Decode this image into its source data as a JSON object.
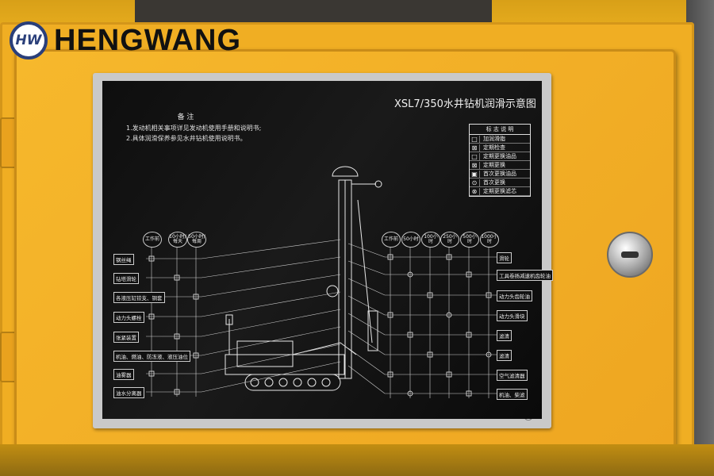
{
  "brand": {
    "mark": "HW",
    "name": "HENGWANG"
  },
  "plate": {
    "title": "XSL7/350水井钻机润滑示意图",
    "notes": {
      "heading": "备 注",
      "lines": [
        "1.发动机相关事项详见发动机使用手册和说明书;",
        "2.具体润滑保养参见水井钻机使用说明书。"
      ]
    },
    "legend": {
      "title": "标 志 说 明",
      "items": [
        {
          "sym": "□",
          "label": "加润滑脂"
        },
        {
          "sym": "⊠",
          "label": "定期检查"
        },
        {
          "sym": "□",
          "label": "定期更换油品"
        },
        {
          "sym": "⊠",
          "label": "定期更换"
        },
        {
          "sym": "▣",
          "label": "首次更换油品"
        },
        {
          "sym": "⊙",
          "label": "首次更换"
        },
        {
          "sym": "⊗",
          "label": "定期更换滤芯"
        }
      ]
    },
    "left_columns": [
      "工作前",
      "10小时/每天",
      "50小时/每周"
    ],
    "right_columns": [
      "工作前",
      "50小时",
      "100小时",
      "250小时",
      "500小时",
      "1000小时"
    ],
    "left_labels": [
      "钢丝绳",
      "钻塔滑轮",
      "各液压缸铰支、铜套",
      "动力头螺栓",
      "张紧装置",
      "机油、燃油、防冻液、液压油位",
      "油雾器",
      "油水分离器"
    ],
    "right_labels": [
      "滑轮",
      "工具卷扬减速机齿轮油",
      "动力头齿轮油",
      "动力头滑块",
      "滤清",
      "滤清",
      "空气滤清器",
      "机油、柴滤"
    ]
  }
}
